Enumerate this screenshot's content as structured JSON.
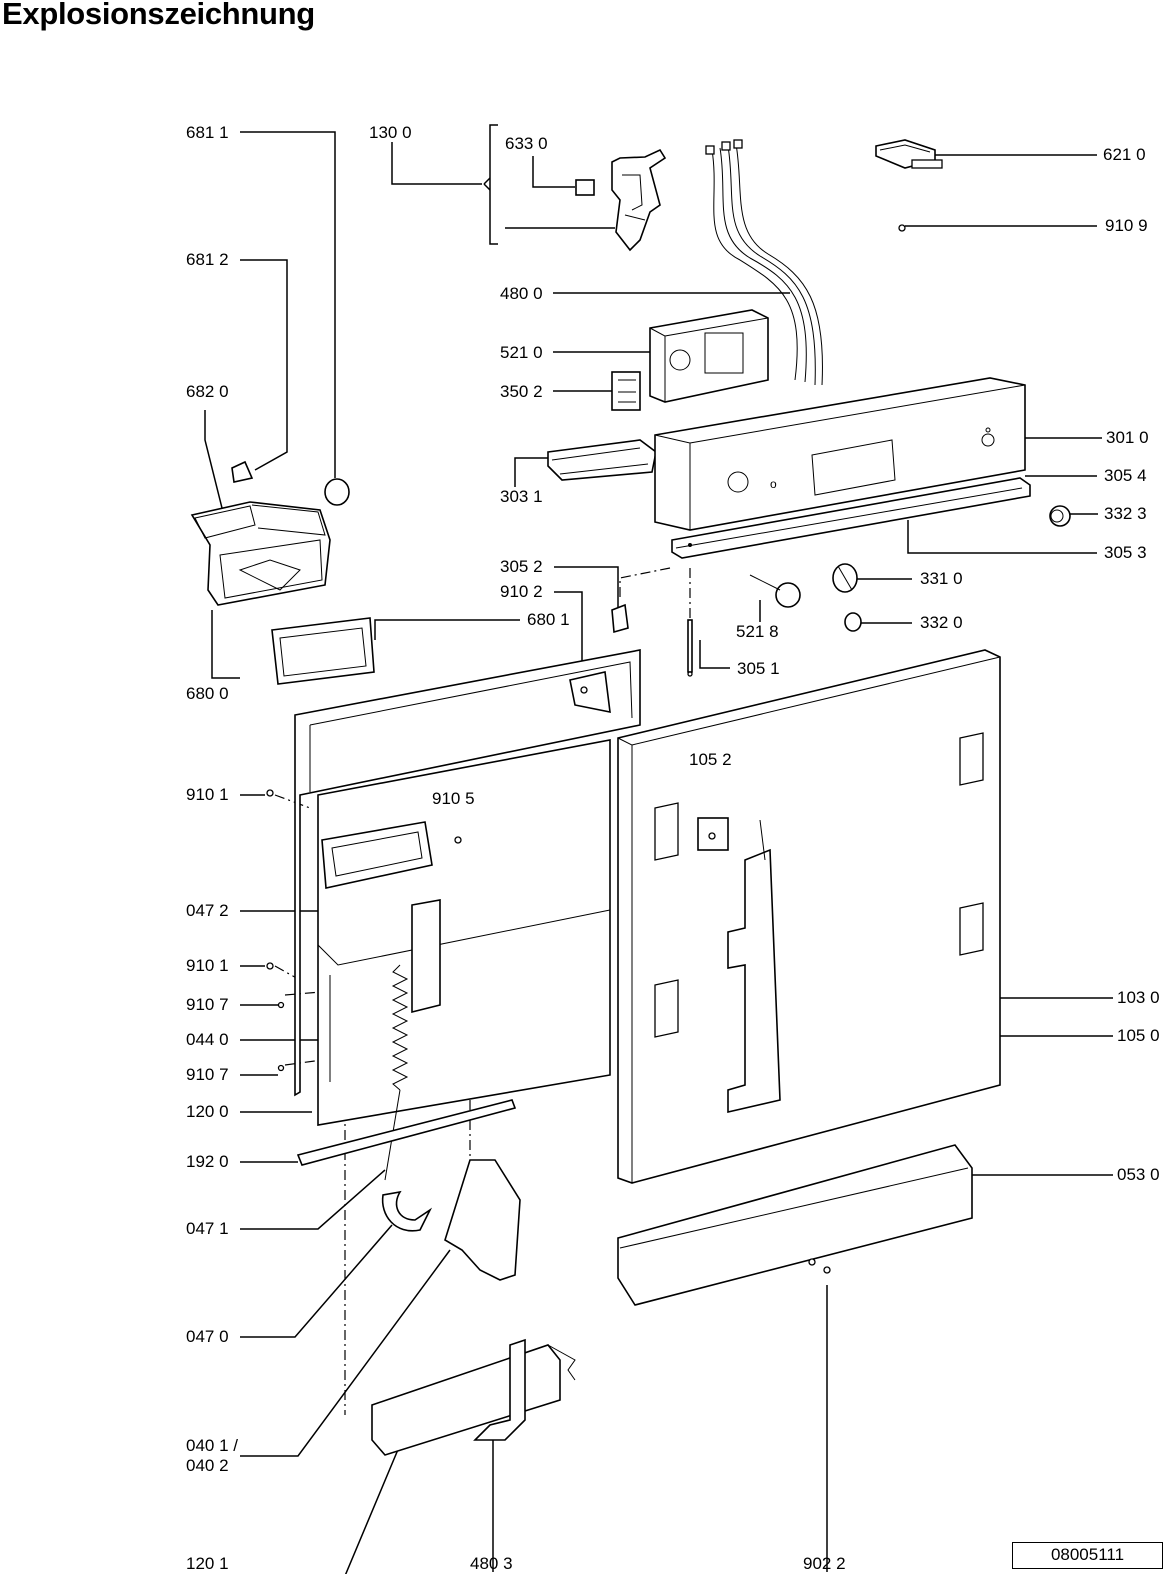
{
  "title": "Explosionszeichnung",
  "document_number": "08005111",
  "labels": {
    "l6811": "681 1",
    "l1300": "130 0",
    "l6330": "633 0",
    "l6210": "621 0",
    "l9109": "910 9",
    "l6812": "681 2",
    "l4800": "480 0",
    "l5210": "521 0",
    "l3502": "350 2",
    "l6820": "682 0",
    "l3010": "301 0",
    "l3031": "303 1",
    "l3054": "305 4",
    "l3323": "332 3",
    "l3053": "305 3",
    "l3052": "305 2",
    "l3310": "331 0",
    "l9102": "910 2",
    "l6801": "680 1",
    "l5218": "521 8",
    "l3320": "332 0",
    "l6800": "680 0",
    "l3051": "305 1",
    "l1052": "105 2",
    "l9101a": "910 1",
    "l9105": "910 5",
    "l0472": "047 2",
    "l9101b": "910 1",
    "l9107a": "910 7",
    "l1030": "103 0",
    "l0440": "044 0",
    "l1050": "105 0",
    "l9107b": "910 7",
    "l1200": "120 0",
    "l1920": "192 0",
    "l0530": "053 0",
    "l0471": "047 1",
    "l0470": "047 0",
    "l0401": "040 1 /",
    "l0402": "040 2",
    "l1201": "120 1",
    "l4803": "480 3",
    "l9022": "902 2"
  }
}
